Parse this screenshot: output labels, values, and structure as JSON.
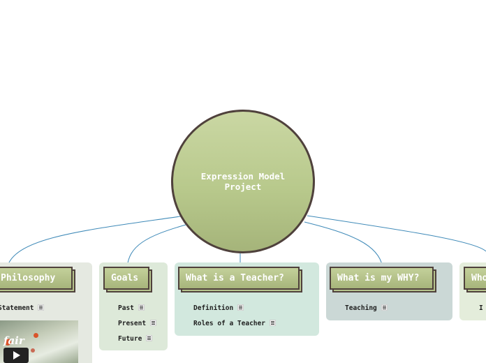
{
  "center": {
    "label": "Expression Model\nProject"
  },
  "topics": [
    {
      "id": "philosophy",
      "label": "Philosophy",
      "subtopics": [
        {
          "label": "Statement",
          "has_note": true
        }
      ],
      "media": {
        "caption": "fair",
        "icon": "play-icon"
      }
    },
    {
      "id": "goals",
      "label": "Goals",
      "subtopics": [
        {
          "label": "Past",
          "has_note": true
        },
        {
          "label": "Present",
          "has_note": true
        },
        {
          "label": "Future",
          "has_note": true
        }
      ]
    },
    {
      "id": "teacher",
      "label": "What is a Teacher?",
      "subtopics": [
        {
          "label": "Definition",
          "has_note": true
        },
        {
          "label": "Roles of a Teacher",
          "has_note": true
        }
      ]
    },
    {
      "id": "why",
      "label": "What is my WHY?",
      "subtopics": [
        {
          "label": "Teaching",
          "has_note": true
        }
      ]
    },
    {
      "id": "who",
      "label": "Who",
      "subtopics": [
        {
          "label": "I",
          "has_note": false
        }
      ]
    }
  ],
  "colors": {
    "link": "#3f8ab8",
    "node_border": "#4f413c",
    "topic_fill": "#b3c187",
    "text_light": "#ffffff",
    "panel_philosophy": "#e5e9e1",
    "panel_goals": "#dde9d9",
    "panel_teacher": "#d2e8de",
    "panel_why": "#cbd8d6",
    "panel_who": "#e4eddb"
  }
}
